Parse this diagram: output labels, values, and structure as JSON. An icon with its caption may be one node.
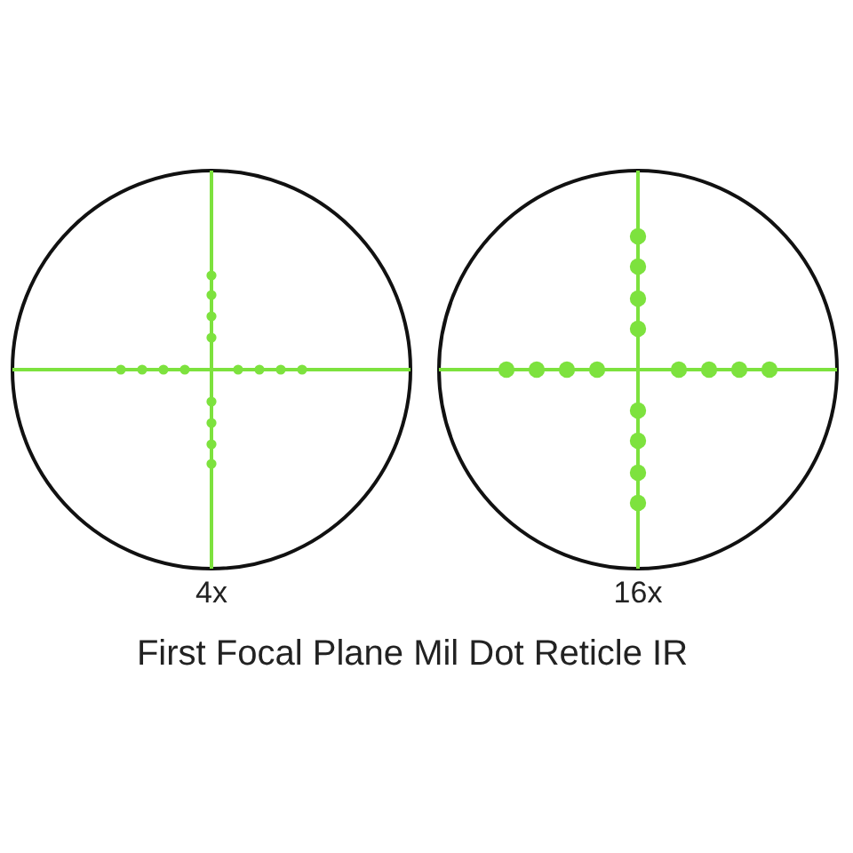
{
  "diagram": {
    "caption": "First Focal Plane Mil Dot Reticle IR",
    "labels": [
      "4x",
      "16x"
    ]
  }
}
